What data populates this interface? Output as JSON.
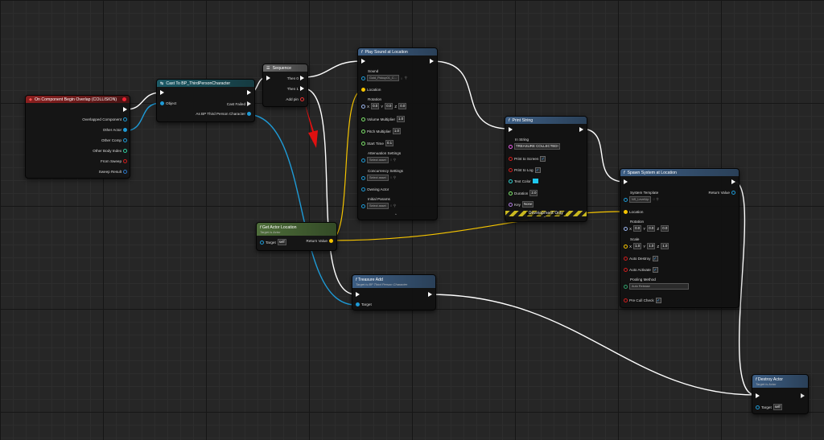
{
  "colors": {
    "event_header": "#8a1f1f",
    "cast_header": "#1c5a66",
    "function_header": "#3d5e84",
    "pure_header": "#4e6d3a",
    "sequence_header": "#555555",
    "exec_wire": "#ffffff",
    "object_pin": "#1e9ad6",
    "vector_pin": "#f5c400",
    "float_pin": "#7de26a",
    "bool_pin": "#d11d1d",
    "struct_pin": "#2b78c8",
    "linear_color_pin": "#2fd0d0"
  },
  "event_node": {
    "title": "On Component Begin Overlap (COLLISION)",
    "pins": [
      "Overlapped Component",
      "Other Actor",
      "Other Comp",
      "Other Body Index",
      "From Sweep",
      "Sweep Result"
    ]
  },
  "cast_node": {
    "title": "Cast To BP_ThirdPersonCharacter",
    "object_label": "Object",
    "cast_failed_label": "Cast Failed",
    "as_label": "As BP Third Person Character"
  },
  "sequence_node": {
    "title": "Sequence",
    "then0": "Then 0",
    "then1": "Then 1",
    "add_pin": "Add pin"
  },
  "play_sound_node": {
    "title": "Play Sound at Location",
    "sound_label": "Sound",
    "sound_value": "Gold_Pickup01_C...",
    "location_label": "Location",
    "rotation_label": "Rotation",
    "rotation_x": "0.0",
    "rotation_y": "0.0",
    "rotation_z": "0.0",
    "volume_label": "Volume Multiplier",
    "volume_value": "1.0",
    "pitch_label": "Pitch Multiplier",
    "pitch_value": "1.0",
    "start_label": "Start Time",
    "start_value": "0.1",
    "atten_label": "Attenuation Settings",
    "conc_label": "Concurrency Settings",
    "select_asset": "Select asset",
    "owning_label": "Owning Actor",
    "initial_label": "Initial Params"
  },
  "print_node": {
    "title": "Print String",
    "in_string_label": "In String",
    "in_string_value": "TREASURE COLLECTED!",
    "screen_label": "Print to Screen",
    "log_label": "Print to Log",
    "color_label": "Text Color",
    "duration_label": "Duration",
    "duration_value": "2.0",
    "key_label": "Key",
    "key_value": "None",
    "dev_label": "Development Only"
  },
  "spawn_node": {
    "title": "Spawn System at Location",
    "template_label": "System Template",
    "template_value": "NS_LevelUp",
    "return_label": "Return Value",
    "location_label": "Location",
    "rotation_label": "Rotation",
    "rotation_x": "0.0",
    "rotation_y": "0.0",
    "rotation_z": "0.0",
    "scale_label": "Scale",
    "scale_x": "1.0",
    "scale_y": "1.0",
    "scale_z": "1.0",
    "auto_destroy_label": "Auto Destroy",
    "auto_activate_label": "Auto Activate",
    "pooling_label": "Pooling Method",
    "pooling_value": "Auto Release",
    "precull_label": "Pre Cull Check"
  },
  "get_location_node": {
    "title": "Get Actor Location",
    "subtitle": "Target is Actor",
    "target_label": "Target",
    "target_value": "self",
    "return_label": "Return Value"
  },
  "treasure_node": {
    "title": "Treasure Add",
    "subtitle": "Target is BP Third Person Character",
    "target_label": "Target"
  },
  "destroy_node": {
    "title": "Destroy Actor",
    "subtitle": "Target is Actor",
    "target_label": "Target",
    "target_value": "self"
  },
  "x_label": "X",
  "y_label": "Y",
  "z_label": "Z"
}
